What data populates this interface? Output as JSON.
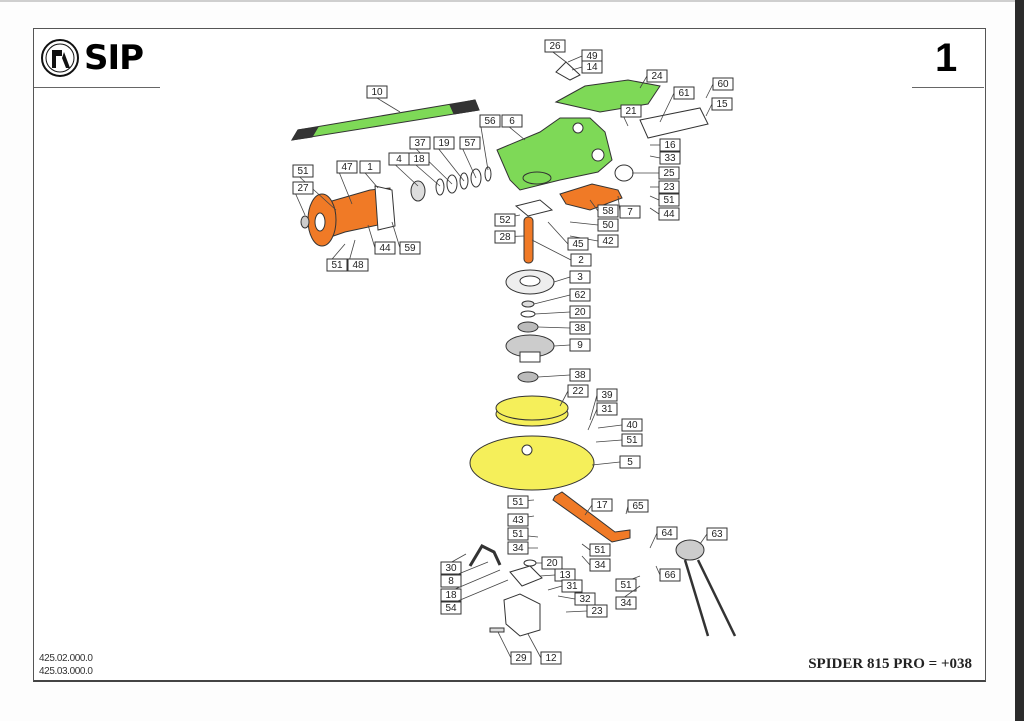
{
  "header": {
    "logo_text": "SIP",
    "page_number": "1"
  },
  "footer": {
    "codes": [
      "425.02.000.0",
      "425.03.000.0"
    ],
    "model": "SPIDER 815 PRO = +038"
  },
  "diagram": {
    "colors": {
      "green": "#7ed957",
      "orange": "#f07a26",
      "yellow": "#f5ef5a"
    },
    "labels": [
      "26",
      "49",
      "14",
      "24",
      "60",
      "61",
      "15",
      "21",
      "10",
      "56",
      "6",
      "37",
      "19",
      "57",
      "4",
      "18",
      "51",
      "47",
      "1",
      "27",
      "16",
      "33",
      "25",
      "23",
      "51",
      "44",
      "58",
      "7",
      "52",
      "50",
      "42",
      "28",
      "45",
      "2",
      "44",
      "59",
      "51",
      "48",
      "3",
      "62",
      "20",
      "38",
      "9",
      "38",
      "22",
      "39",
      "31",
      "40",
      "51",
      "5",
      "51",
      "17",
      "65",
      "43",
      "51",
      "34",
      "51",
      "64",
      "63",
      "34",
      "20",
      "30",
      "8",
      "13",
      "66",
      "31",
      "51",
      "18",
      "32",
      "34",
      "54",
      "23",
      "29",
      "12"
    ]
  }
}
